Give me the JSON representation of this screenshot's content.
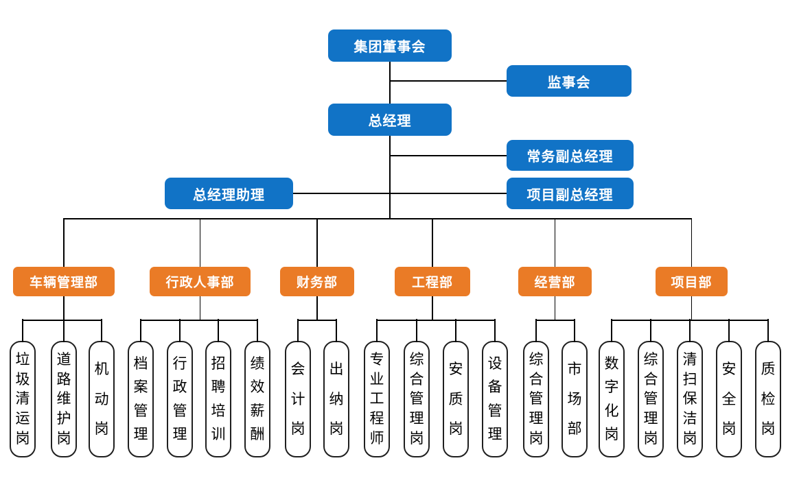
{
  "nodes": {
    "board": "集团董事会",
    "supervisory": "监事会",
    "general_manager": "总经理",
    "executive_deputy_gm": "常务副总经理",
    "gm_assistant": "总经理助理",
    "project_deputy_gm": "项目副总经理"
  },
  "departments": [
    {
      "label": "车辆管理部",
      "positions": [
        "垃圾清运岗",
        "道路维护岗",
        "机动岗"
      ]
    },
    {
      "label": "行政人事部",
      "positions": [
        "档案管理",
        "行政管理",
        "招聘培训",
        "绩效薪酬"
      ]
    },
    {
      "label": "财务部",
      "positions": [
        "会计岗",
        "出纳岗"
      ]
    },
    {
      "label": "工程部",
      "positions": [
        "专业工程师",
        "综合管理岗",
        "安质岗",
        "设备管理"
      ]
    },
    {
      "label": "经营部",
      "positions": [
        "综合管理岗",
        "市场部"
      ]
    },
    {
      "label": "项目部",
      "positions": [
        "数字化岗",
        "综合管理岗",
        "清扫保洁岗",
        "安全岗",
        "质检岗"
      ]
    }
  ],
  "colors": {
    "primary_blue": "#1173C6",
    "accent_orange": "#EA7B26",
    "line": "#000000"
  }
}
